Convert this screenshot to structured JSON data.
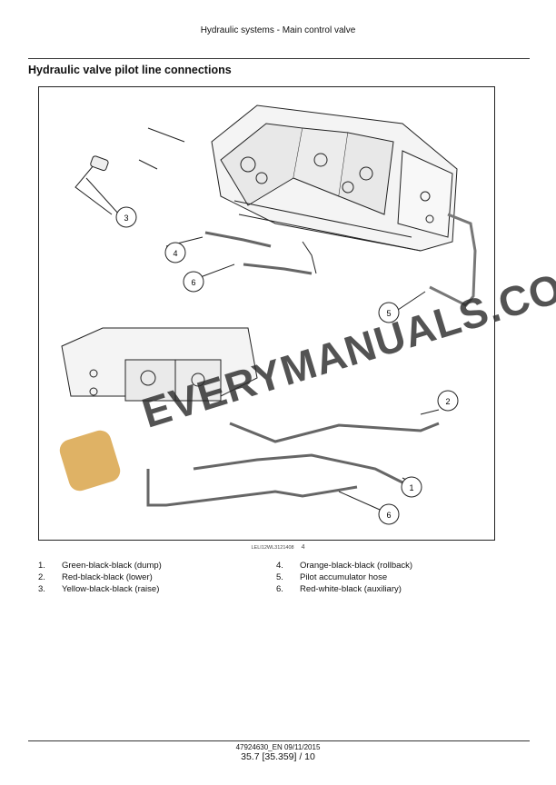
{
  "header": {
    "title": "Hydraulic systems - Main control valve"
  },
  "section": {
    "title": "Hydraulic valve pilot line connections"
  },
  "figure": {
    "callouts": [
      "3",
      "4",
      "6",
      "5",
      "2",
      "1",
      "6"
    ],
    "caption_code": "LELI12WL3121408",
    "caption_number": "4",
    "watermark": "EVERYMANUALS.COM"
  },
  "legend": {
    "left": [
      {
        "n": "1.",
        "text": "Green-black-black (dump)"
      },
      {
        "n": "2.",
        "text": "Red-black-black (lower)"
      },
      {
        "n": "3.",
        "text": "Yellow-black-black (raise)"
      }
    ],
    "right": [
      {
        "n": "4.",
        "text": "Orange-black-black (rollback)"
      },
      {
        "n": "5.",
        "text": "Pilot accumulator hose"
      },
      {
        "n": "6.",
        "text": "Red-white-black (auxiliary)"
      }
    ]
  },
  "footer": {
    "doc": "47924630_EN 09/11/2015",
    "page": "35.7 [35.359] / 10"
  }
}
